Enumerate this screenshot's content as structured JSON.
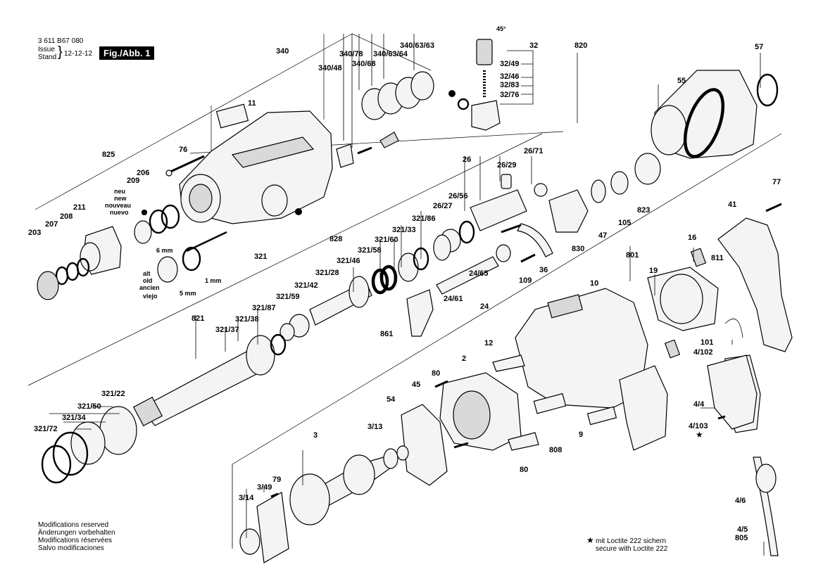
{
  "doc_number": "3 611 B67 080",
  "issue_label": "Issue",
  "stand_label": "Stand",
  "issue_date": "12-12-12",
  "figure_tag": "Fig./Abb. 1",
  "callouts": [
    "340",
    "340/48",
    "340/78",
    "340/68",
    "340/63/64",
    "340/63/63",
    "11",
    "76",
    "825",
    "209",
    "206",
    "neu",
    "new",
    "nouveau",
    "nuevo",
    "211",
    "208",
    "207",
    "203",
    "6 mm",
    "alt",
    "old",
    "ancien",
    "viejo",
    "5 mm",
    "1 mm",
    "32",
    "32/49",
    "32/46",
    "32/83",
    "32/76",
    "45°",
    "820",
    "57",
    "55",
    "26",
    "26/71",
    "26/29",
    "26/56",
    "26/27",
    "823",
    "105",
    "47",
    "830",
    "36",
    "109",
    "24/65",
    "24/61",
    "24",
    "861",
    "321",
    "828",
    "321/86",
    "321/33",
    "321/60",
    "321/58",
    "321/46",
    "321/28",
    "321/42",
    "321/59",
    "821",
    "321/87",
    "321/38",
    "321/37",
    "321/22",
    "321/50",
    "321/34",
    "321/72",
    "77",
    "41",
    "16",
    "811",
    "801",
    "19",
    "10",
    "101",
    "4/102",
    "4/4",
    "4/103",
    "12",
    "80",
    "2",
    "45",
    "54",
    "3/13",
    "3",
    "79",
    "3/49",
    "3/14",
    "808",
    "9",
    "4/6",
    "4/5",
    "805"
  ],
  "footer_notes": [
    "Modifications reserved",
    "Änderungen vorbehalten",
    "Modifications réservées",
    "Salvo modificaciones"
  ],
  "loctite_note": [
    "mit Loctite 222 sichern",
    "secure with Loctite 222"
  ]
}
